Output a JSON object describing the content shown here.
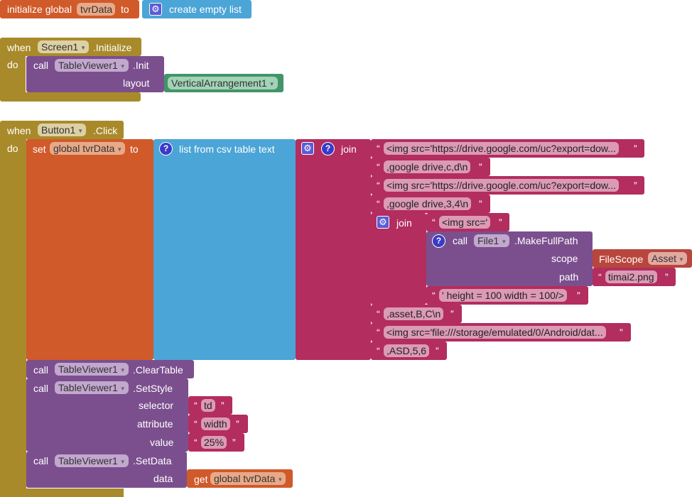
{
  "colors": {
    "variable": "#d05a2a",
    "list": "#4ba5d6",
    "text": "#b32d5e",
    "event": "#a98a2b",
    "component": "#7b4f8e",
    "layout": "#44946a"
  },
  "global_block": {
    "initialize_label": "initialize global",
    "var_name": "tvrData",
    "to_label": "to",
    "create_list_label": "create empty list"
  },
  "screen_init": {
    "when_label": "when",
    "component": "Screen1",
    "event": ".Initialize",
    "do_label": "do",
    "call_label": "call",
    "call_component": "TableViewer1",
    "call_method": ".Init",
    "layout_param": "layout",
    "layout_value": "VerticalArrangement1"
  },
  "button_click": {
    "when_label": "when",
    "component": "Button1",
    "event": ".Click",
    "do_label": "do",
    "set_label": "set",
    "set_var": "global tvrData",
    "to_label": "to",
    "csv_label": "list from csv table  text",
    "join_label": "join",
    "join_items": [
      "<img src='https://drive.google.com/uc?export=dow...",
      ",google drive,c,d\\n",
      "<img src='https://drive.google.com/uc?export=dow...",
      ",google drive,3,4\\n"
    ],
    "inner_join": {
      "label": "join",
      "first_text": "<img src='",
      "call_label": "call",
      "file_component": "File1",
      "method": ".MakeFullPath",
      "scope_label": "scope",
      "scope_block": "FileScope",
      "scope_value": "Asset",
      "path_label": "path",
      "path_value": "timai2.png",
      "last_text": "' height = 100 width = 100/>"
    },
    "join_items_after": [
      ",asset,B,C\\n",
      "<img src='file:///storage/emulated/0/Android/dat...",
      ",ASD,5,6"
    ],
    "clear_call": "call",
    "clear_component": "TableViewer1",
    "clear_method": ".ClearTable",
    "style_call": "call",
    "style_component": "TableViewer1",
    "style_method": ".SetStyle",
    "selector_label": "selector",
    "selector_value": "td",
    "attribute_label": "attribute",
    "attribute_value": "width",
    "value_label": "value",
    "value_value": "25%",
    "setdata_call": "call",
    "setdata_component": "TableViewer1",
    "setdata_method": ".SetData",
    "data_label": "data",
    "get_label": "get",
    "get_var": "global tvrData"
  },
  "quote_open": "“",
  "quote_close": "”"
}
